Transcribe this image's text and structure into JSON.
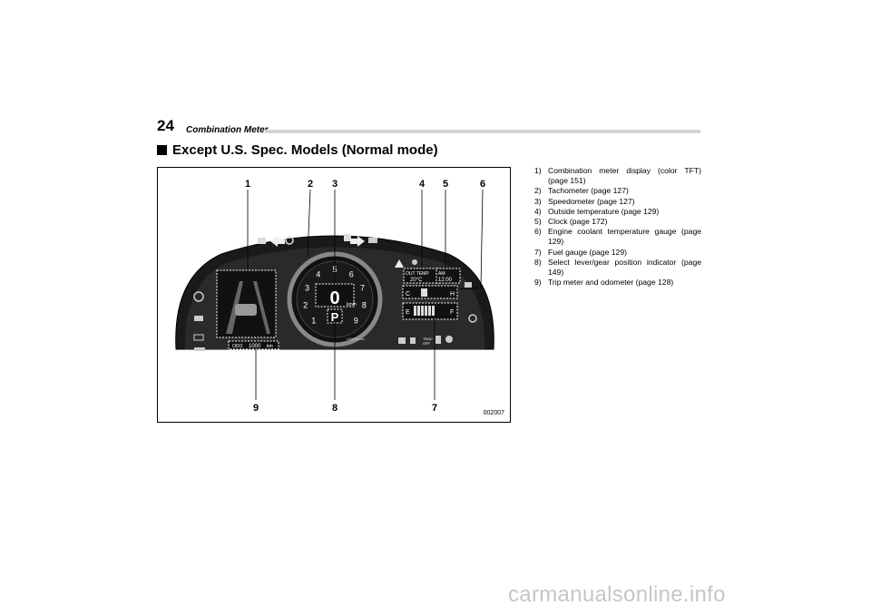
{
  "header": {
    "page_number": "24",
    "section": "Combination Meter"
  },
  "heading": "Except U.S. Spec. Models (Normal mode)",
  "figure": {
    "code": "002007",
    "callouts_top": [
      "1",
      "2",
      "3",
      "4",
      "5",
      "6"
    ],
    "callouts_bottom": [
      "9",
      "8",
      "7"
    ],
    "display": {
      "speed": "0",
      "speed_unit": "km/h",
      "gear": "P",
      "tach_labels": [
        "1",
        "2",
        "3",
        "4",
        "5",
        "6",
        "7",
        "8",
        "9"
      ],
      "tach_unit": "x1000r/min",
      "out_temp_label": "OUT TEMP",
      "out_temp_value": "20°C",
      "clock_ampm": "AM",
      "clock_time": "12:00",
      "coolant_cold": "C",
      "coolant_hot": "H",
      "fuel_empty": "E",
      "fuel_full": "F",
      "odo_label": "ODO",
      "odo_value": "1000",
      "odo_unit": "km",
      "trac_off": "TRAC\nOFF"
    }
  },
  "legend": [
    {
      "num": "1)",
      "text": "Combination meter display (color TFT) (page 151)"
    },
    {
      "num": "2)",
      "text": "Tachometer (page 127)"
    },
    {
      "num": "3)",
      "text": "Speedometer (page 127)"
    },
    {
      "num": "4)",
      "text": "Outside temperature (page 129)"
    },
    {
      "num": "5)",
      "text": "Clock (page 172)"
    },
    {
      "num": "6)",
      "text": "Engine coolant temperature gauge (page 129)"
    },
    {
      "num": "7)",
      "text": "Fuel gauge (page 129)"
    },
    {
      "num": "8)",
      "text": "Select lever/gear position indicator (page 149)"
    },
    {
      "num": "9)",
      "text": "Trip meter and odometer (page 128)"
    }
  ],
  "watermark": "carmanualsonline.info"
}
